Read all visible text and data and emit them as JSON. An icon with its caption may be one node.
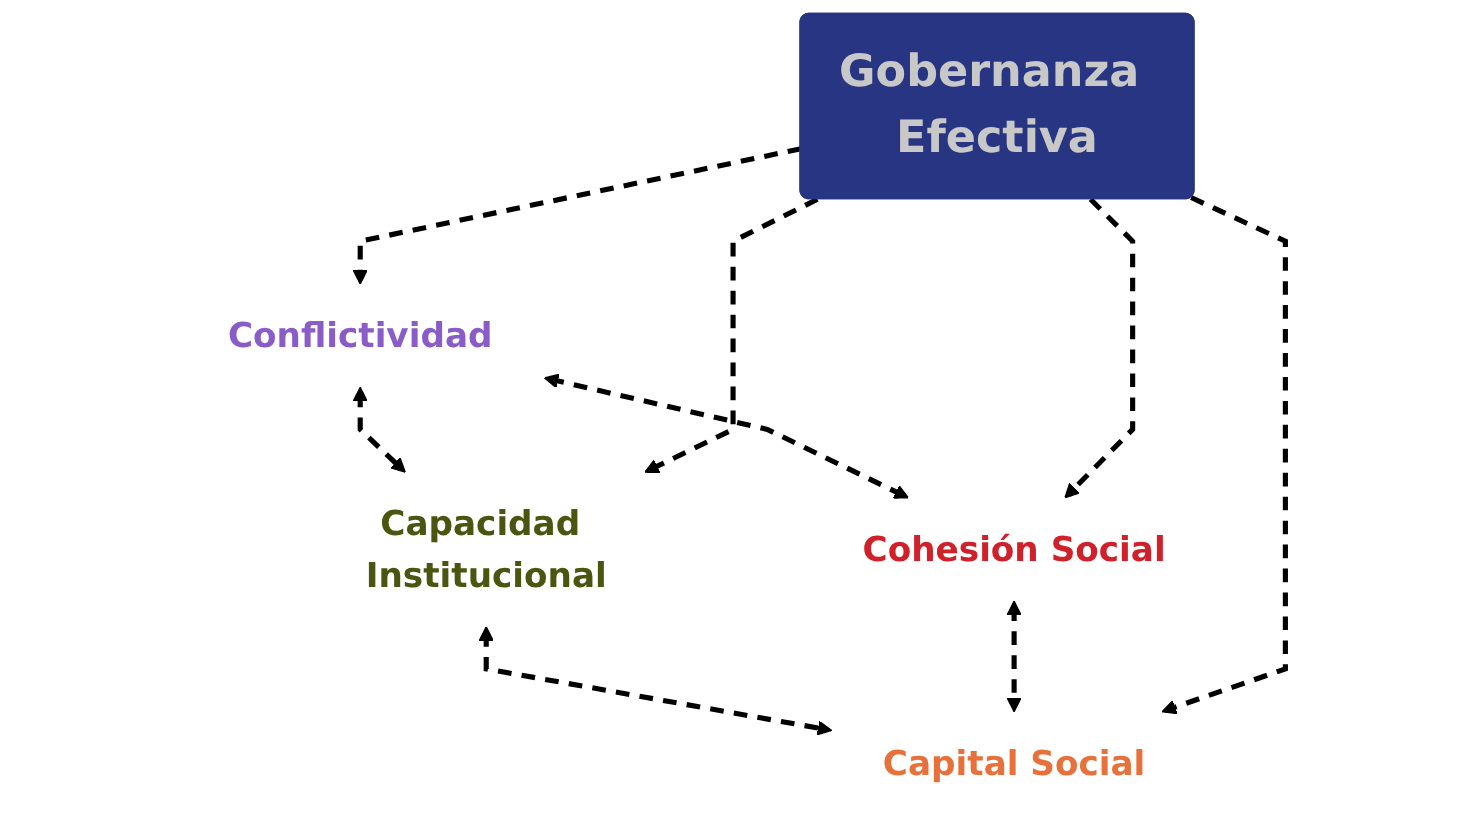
{
  "diagram": {
    "nodes": [
      {
        "text": [
          "Conflictividad"
        ]
      },
      {
        "text": [
          "Capacidad Institucional"
        ]
      },
      {
        "text": [
          "Gobernanza Efectiva"
        ]
      },
      {
        "text": [
          "Cohesión Social"
        ]
      },
      {
        "text": [
          "Capital Social"
        ]
      }
    ],
    "edges": [
      {
        "from": 0,
        "to": 1,
        "arrow": "both",
        "style": "dashed"
      },
      {
        "from": 0,
        "to": 3,
        "arrow": "both",
        "style": "dashed"
      },
      {
        "from": 1,
        "to": 4,
        "arrow": "both",
        "style": "dashed"
      },
      {
        "from": 3,
        "to": 4,
        "arrow": "both",
        "style": "dashed"
      },
      {
        "from": 2,
        "to": 0,
        "arrow": "to",
        "style": "dashed"
      },
      {
        "from": 2,
        "to": 1,
        "arrow": "to",
        "style": "dashed"
      },
      {
        "from": 2,
        "to": 3,
        "arrow": "to",
        "style": "dashed"
      },
      {
        "from": 2,
        "to": 4,
        "arrow": "to",
        "style": "dashed"
      }
    ]
  }
}
